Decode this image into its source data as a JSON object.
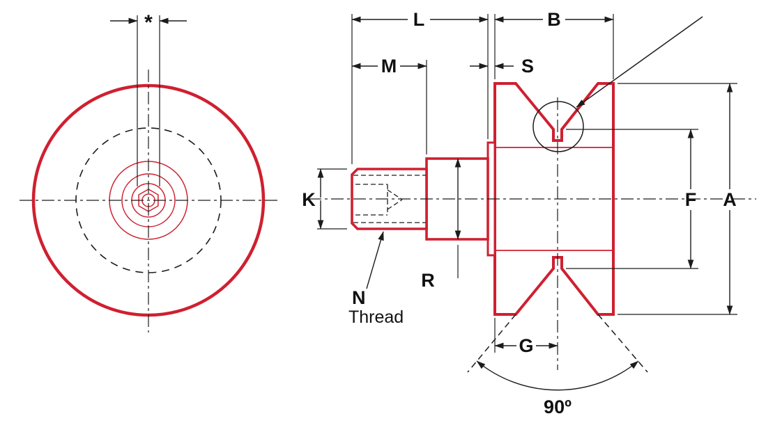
{
  "labels": {
    "asterisk": "*",
    "L": "L",
    "M": "M",
    "B": "B",
    "S": "S",
    "K": "K",
    "R": "R",
    "F": "F",
    "A": "A",
    "G": "G",
    "N": "N",
    "thread": "Thread",
    "groove_angle": "90º"
  },
  "colors": {
    "part_outline": "#cf2030",
    "annotation": "#1c1c1c",
    "background": "#ffffff"
  }
}
